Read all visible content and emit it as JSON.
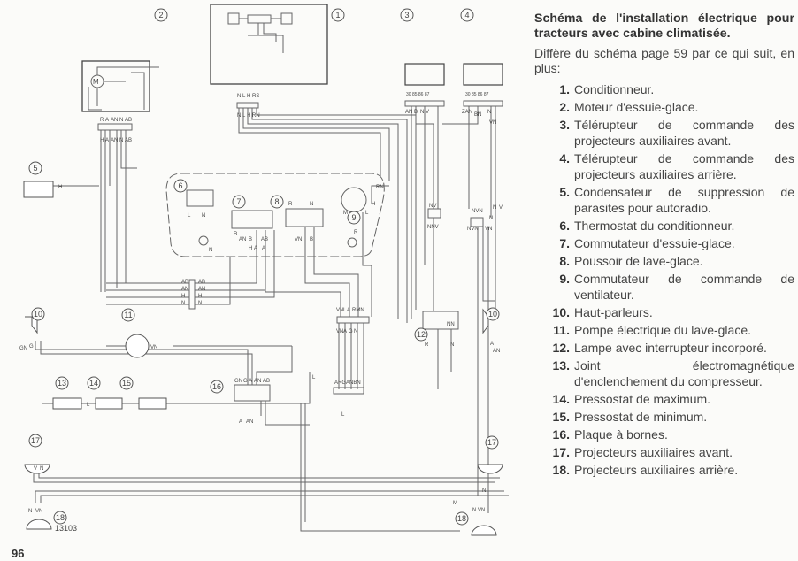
{
  "page_number": "96",
  "figure_ref": "13103",
  "legend": {
    "title": "Schéma de l'installation électrique pour tracteurs avec cabine climatisée.",
    "intro": "Diffère du schéma page 59 par ce qui suit, en plus:",
    "items": [
      {
        "num": "1.",
        "text": "Conditionneur."
      },
      {
        "num": "2.",
        "text": "Moteur d'essuie-glace."
      },
      {
        "num": "3.",
        "text": "Télérupteur de commande des projecteurs auxiliaires avant."
      },
      {
        "num": "4.",
        "text": "Télérupteur de commande des projecteurs auxiliaires arrière."
      },
      {
        "num": "5.",
        "text": "Condensateur de suppression de parasites pour autoradio."
      },
      {
        "num": "6.",
        "text": "Thermostat du conditionneur."
      },
      {
        "num": "7.",
        "text": "Commutateur d'essuie-glace."
      },
      {
        "num": "8.",
        "text": "Poussoir de lave-glace."
      },
      {
        "num": "9.",
        "text": "Commutateur de commande de ventilateur."
      },
      {
        "num": "10.",
        "text": "Haut-parleurs."
      },
      {
        "num": "11.",
        "text": "Pompe électrique du lave-glace."
      },
      {
        "num": "12.",
        "text": "Lampe avec interrupteur incorporé."
      },
      {
        "num": "13.",
        "text": "Joint électromagnétique d'enclenchement du compresseur."
      },
      {
        "num": "14.",
        "text": "Pressostat de maximum."
      },
      {
        "num": "15.",
        "text": "Pressostat de minimum."
      },
      {
        "num": "16.",
        "text": "Plaque à bornes."
      },
      {
        "num": "17.",
        "text": "Projecteurs auxiliaires avant."
      },
      {
        "num": "18.",
        "text": "Projecteurs auxiliaires arrière."
      }
    ]
  },
  "diagram": {
    "callouts": [
      "1",
      "2",
      "3",
      "4",
      "5",
      "6",
      "7",
      "8",
      "9",
      "10",
      "11",
      "12",
      "13",
      "14",
      "15",
      "16",
      "17",
      "18",
      "10",
      "17",
      "18"
    ],
    "wire_labels": [
      "R",
      "A",
      "AN",
      "N",
      "AB",
      "H",
      "A",
      "AN",
      "N",
      "AB",
      "H",
      "N",
      "L",
      "H",
      "RS",
      "N",
      "L",
      "H",
      "RN",
      "AN",
      "B",
      "N",
      "V",
      "ZAN",
      "BN",
      "N",
      "VN",
      "L",
      "N",
      "N",
      "R",
      "AN",
      "B",
      "AB",
      "H",
      "A",
      "A",
      "R",
      "N",
      "VN",
      "B",
      "M",
      "L",
      "R",
      "RN",
      "H",
      "AB",
      "AN",
      "H",
      "N",
      "AB",
      "AN",
      "H",
      "N",
      "VN",
      "L",
      "A",
      "RMN",
      "VN",
      "A",
      "G",
      "N",
      "NV",
      "NNV",
      "NVN",
      "NVN",
      "GN",
      "G",
      "A",
      "AN",
      "R",
      "N",
      "L",
      "L",
      "VN",
      "L",
      "V",
      "N",
      "N",
      "VN",
      "GN",
      "G",
      "A",
      "AN",
      "AB",
      "ARGANBN",
      "NN",
      "A",
      "AN",
      "N",
      "M",
      "N",
      "VN",
      "N",
      "V",
      "N",
      "VN"
    ],
    "component_labels": {
      "motor": "M",
      "relay_pins": "30 85 86 87"
    }
  }
}
